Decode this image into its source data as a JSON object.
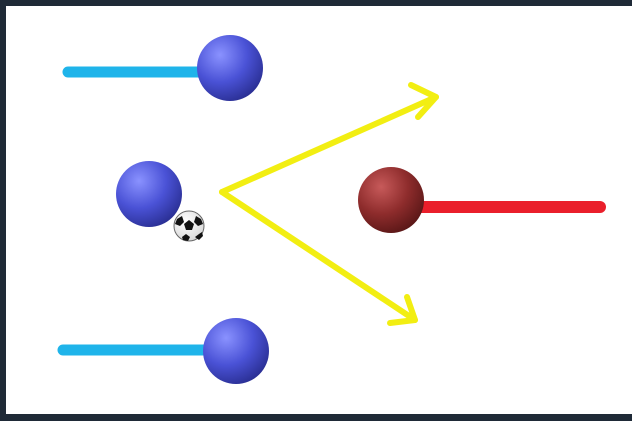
{
  "diagram": {
    "colors": {
      "frame": "#1f2a37",
      "background": "#ffffff",
      "blue_trail": "#1fb4ea",
      "red_trail": "#ea1f2b",
      "blue_player": "#4a52d6",
      "red_player": "#8e2c2c",
      "pass_arrows": "#f2ee12"
    },
    "players": [
      {
        "id": "blue-top",
        "team": "blue",
        "has_trail": true
      },
      {
        "id": "blue-middle",
        "team": "blue",
        "has_trail": false
      },
      {
        "id": "blue-bottom",
        "team": "blue",
        "has_trail": true
      },
      {
        "id": "red-defender",
        "team": "red",
        "has_trail": true
      }
    ],
    "ball": {
      "icon": "soccer-ball-icon"
    },
    "arrows": {
      "icon": "pass-arrow-icon",
      "directions": [
        "up-right",
        "down-right"
      ]
    }
  }
}
